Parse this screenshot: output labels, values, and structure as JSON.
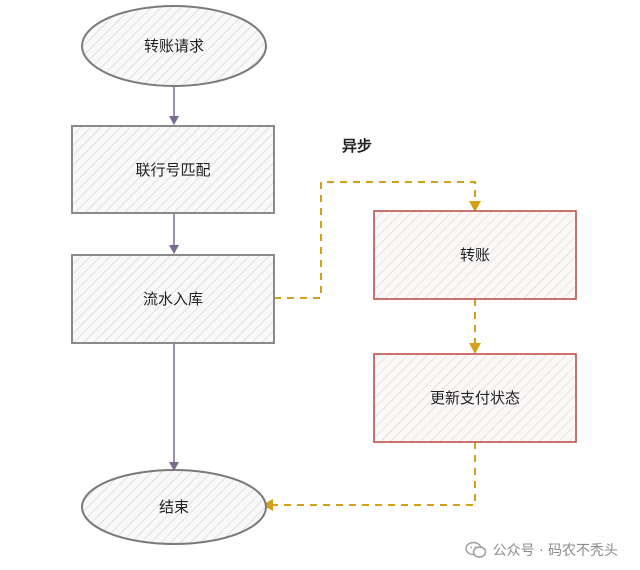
{
  "nodes": {
    "start": "转账请求",
    "match": "联行号匹配",
    "store": "流水入库",
    "transfer": "转账",
    "update": "更新支付状态",
    "end": "结束"
  },
  "async_label": "异步",
  "watermark": "公众号 · 码农不秃头",
  "colors": {
    "main_flow": "#7d6b8f",
    "async_flow": "#d4a017",
    "async_box": "#c0504d",
    "node_border": "#7a7a7a"
  }
}
